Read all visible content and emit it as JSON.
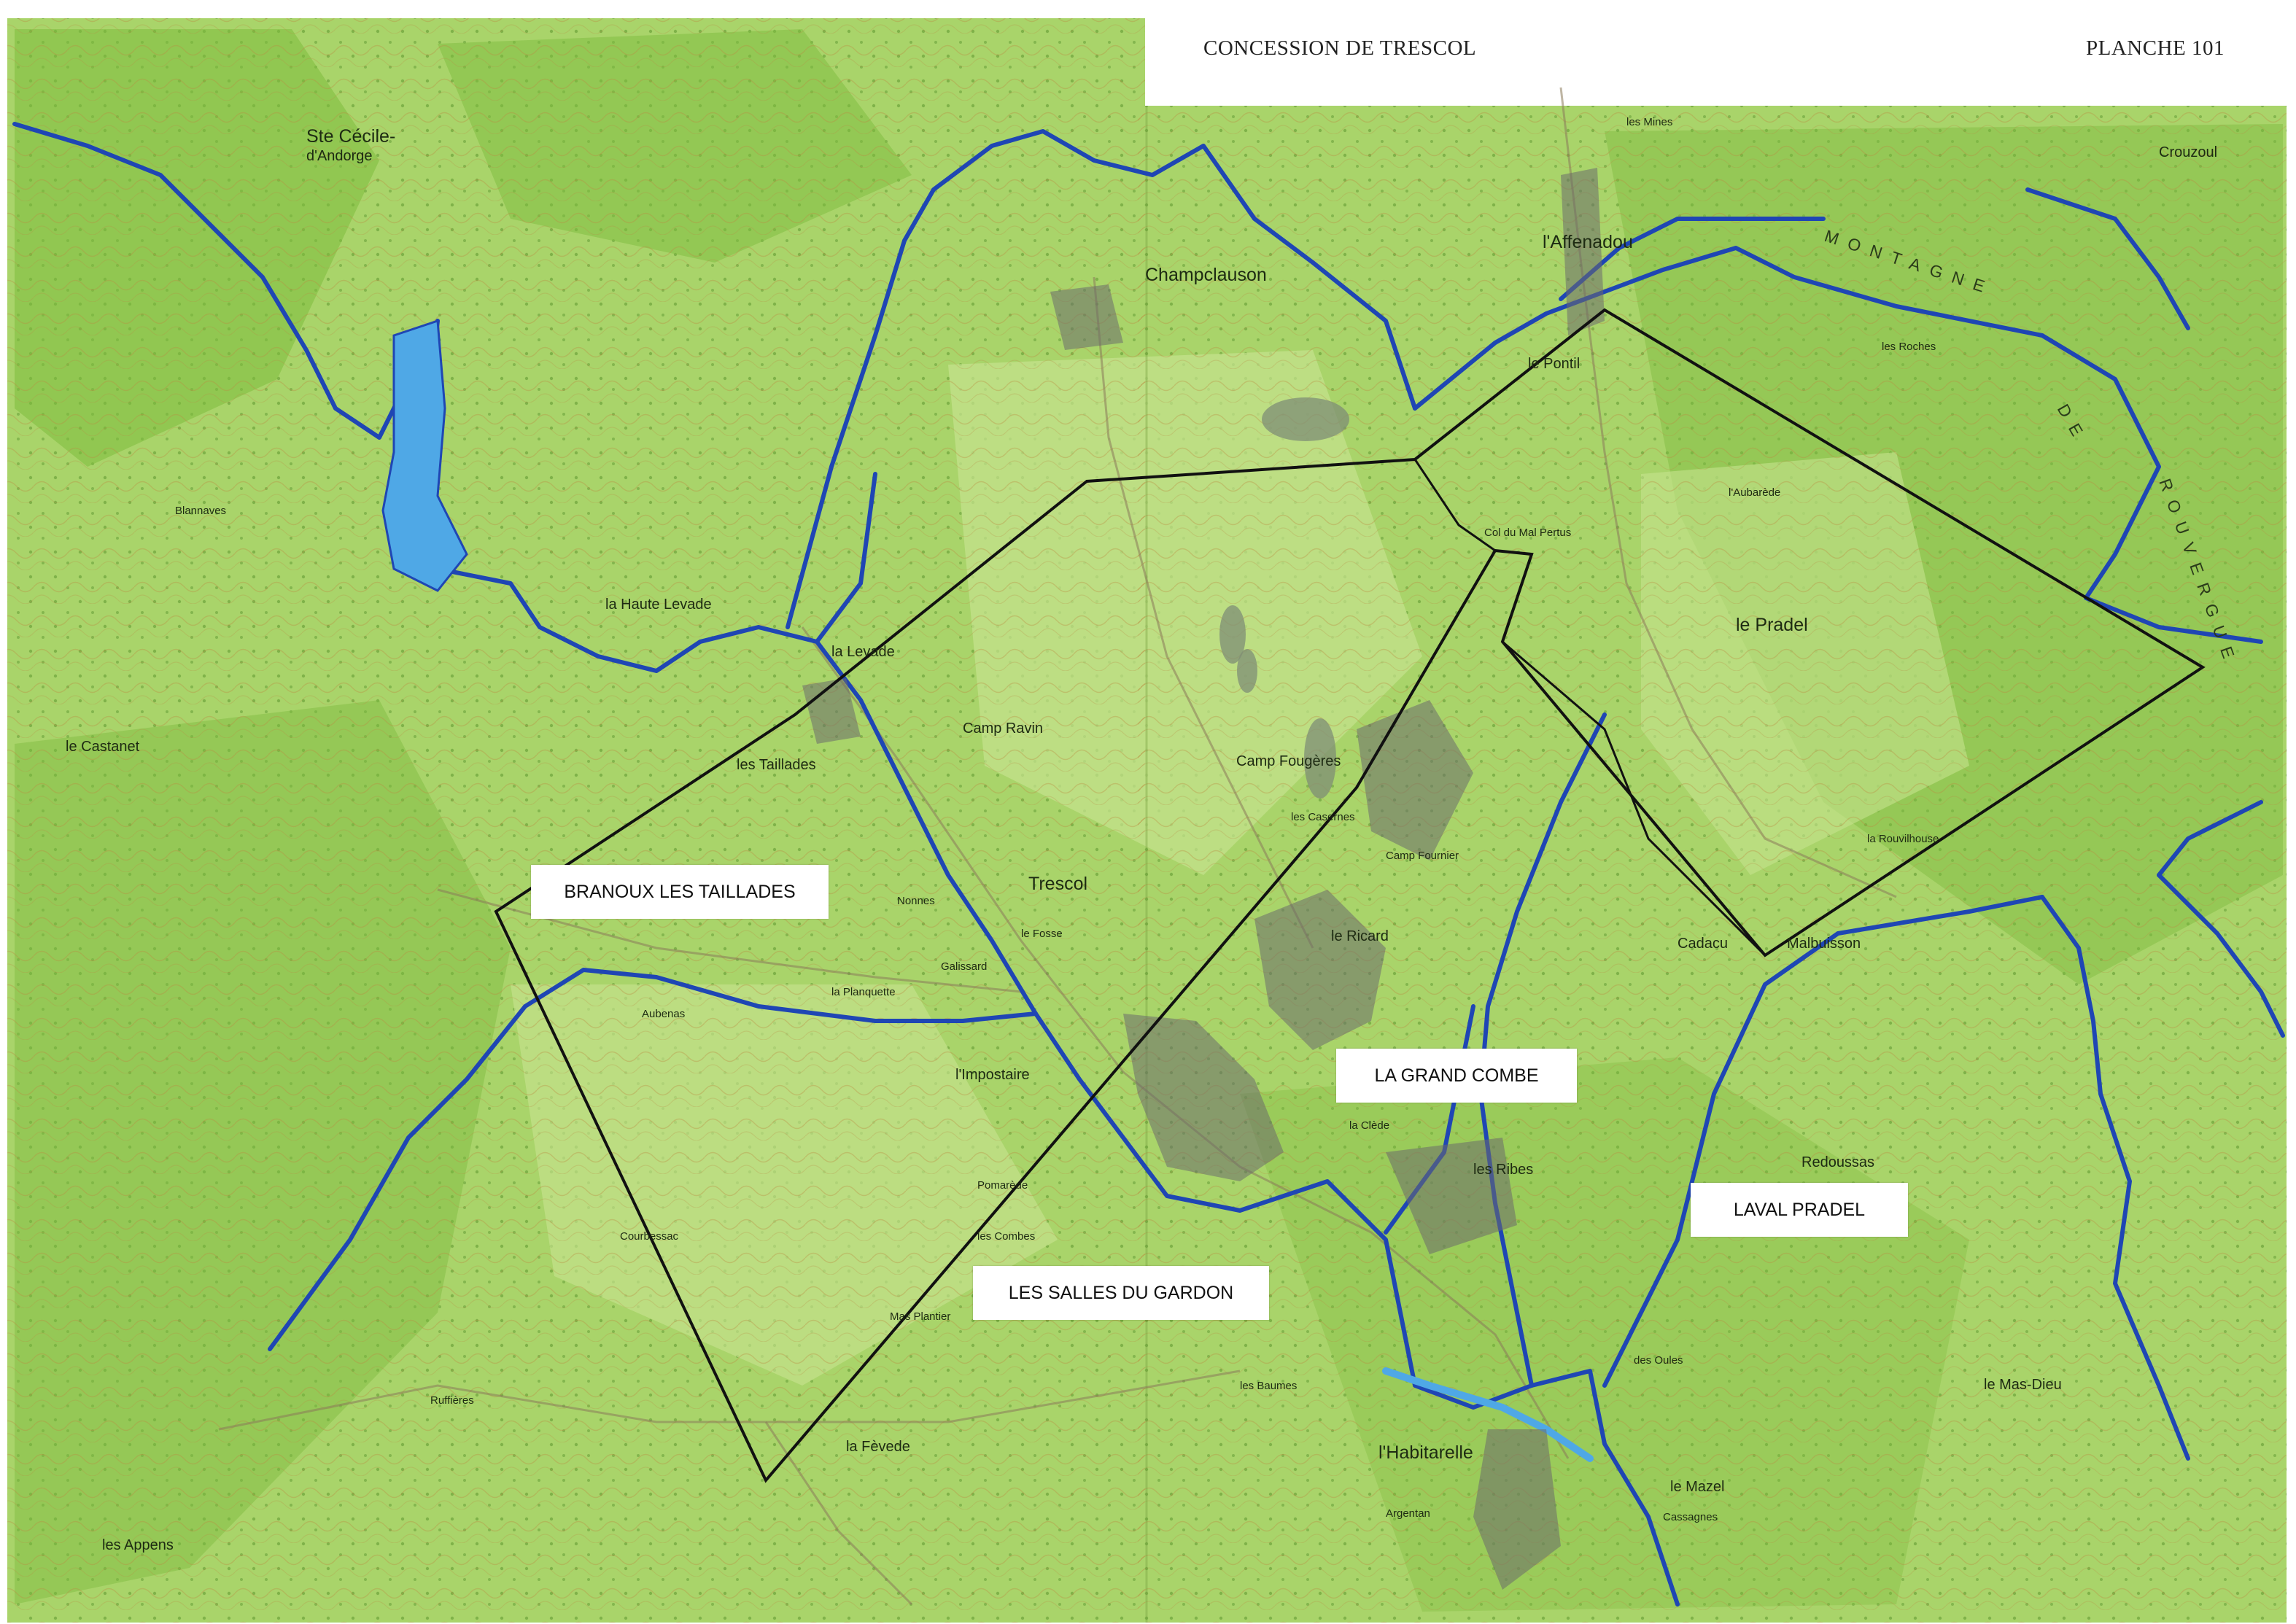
{
  "header": {
    "title": "CONCESSION DE TRESCOL",
    "plate": "PLANCHE 101"
  },
  "zones": [
    {
      "id": "branoux",
      "label": "BRANOUX LES TAILLADES"
    },
    {
      "id": "grand-combe",
      "label": "LA GRAND COMBE"
    },
    {
      "id": "laval-pradel",
      "label": "LAVAL PRADEL"
    },
    {
      "id": "salles-gardon",
      "label": "LES SALLES DU GARDON"
    }
  ],
  "places": {
    "ste_cecile": "Ste Cécile-",
    "ste_cecile_2": "d'Andorge",
    "champclauson": "Champclauson",
    "laffenadou": "l'Affenadou",
    "le_pontil": "le Pontil",
    "la_levade": "la Levade",
    "haute_levade": "la Haute Levade",
    "les_taillades": "les Taillades",
    "camp_ravin": "Camp Ravin",
    "trescol": "Trescol",
    "le_pradel": "le Pradel",
    "col_mal_pertus": "Col du Mal Pertus",
    "le_ricard": "le Ricard",
    "camp_fougeres": "Camp Fougères",
    "les_casernes": "les Casernes",
    "camp_fournier": "Camp Fournier",
    "cadacu": "Cadacu",
    "malbuisson": "Malbuisson",
    "la_rouvilhouse": "la Rouvilhouse",
    "les_ribes": "les Ribes",
    "la_clede": "la Clède",
    "limpostaire": "l'Impostaire",
    "pomarede": "Pomarède",
    "les_combes": "les Combes",
    "galissard": "Galissard",
    "nonnes": "Nonnes",
    "la_planquette": "la Planquette",
    "aubenas": "Aubenas",
    "le_castanet": "le Castanet",
    "blannaves": "Blannaves",
    "le_fosse": "le Fosse",
    "la_fevede": "la Fèvede",
    "lhabitarelle": "l'Habitarelle",
    "argentan": "Argentan",
    "les_baumes": "les Baumes",
    "mas_plantier": "Mas Plantier",
    "courbessac": "Courbessac",
    "ruffieres": "Ruffières",
    "les_appens": "les Appens",
    "le_mazel": "le Mazel",
    "cassagnes": "Cassagnes",
    "le_mas_dieu": "le Mas-Dieu",
    "redoussas": "Redoussas",
    "des_oules": "des Oules",
    "les_mines": "les Mines",
    "crouzoul": "Crouzoul",
    "laubarede": "l'Aubarède",
    "les_roches": "les Roches",
    "montagne_word": "MONTAGNE",
    "de_word": "DE",
    "rouvergue_word": "ROUVERGUE"
  },
  "colors": {
    "map_green": "#a9d46a",
    "forest_green": "#7dbb3d",
    "river_blue": "#1f46b4",
    "water_fill": "#4fa8e6",
    "boundary": "#111111",
    "contour": "#b9893f"
  },
  "icons": {
    "rivers": "river-line-icon",
    "boundary": "concession-boundary-icon"
  }
}
